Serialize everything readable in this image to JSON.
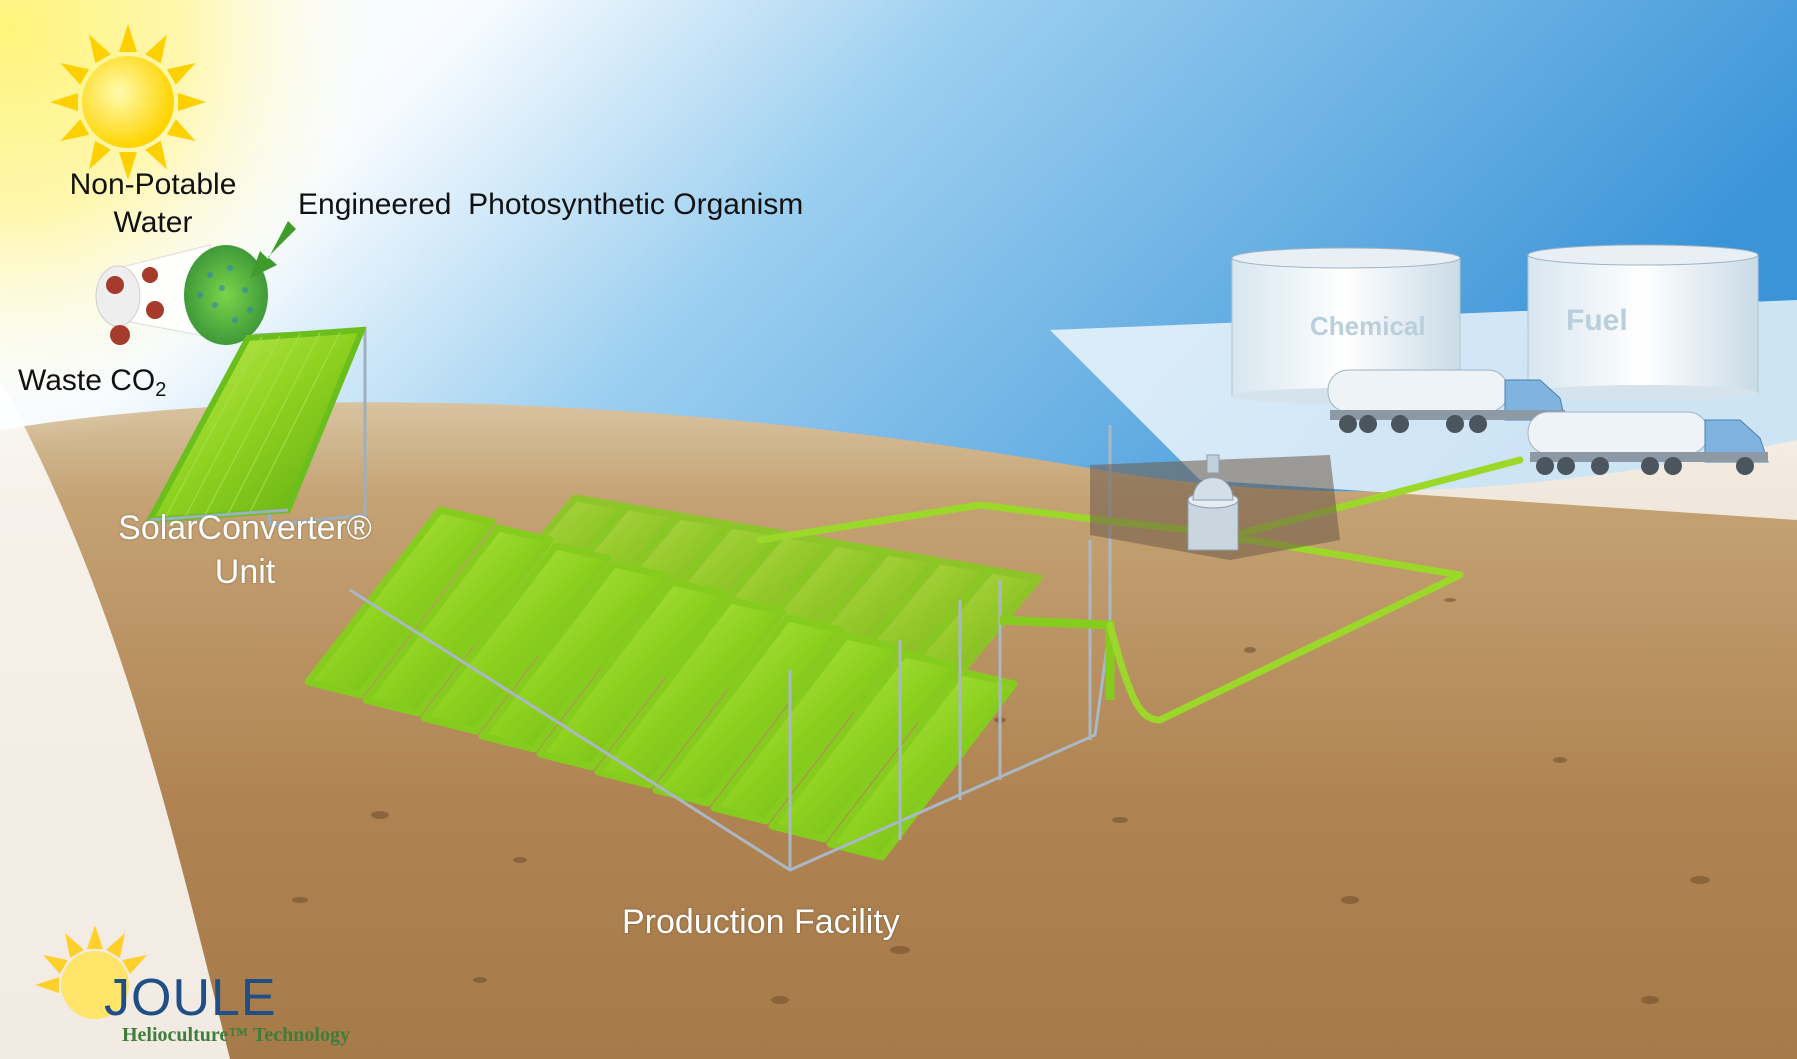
{
  "labels": {
    "water_line1": "Non-Potable",
    "water_line2": "Water",
    "organism_word1": "Engineered",
    "organism_word2": "Photosynthetic Organism",
    "waste_prefix": "Waste CO",
    "waste_subscript": "2",
    "converter_line1": "SolarConverter®",
    "converter_line2": "Unit",
    "facility": "Production Facility"
  },
  "tanks": {
    "left": "Chemical",
    "right": "Fuel"
  },
  "logo": {
    "word": "JOULE",
    "tagline": "Helioculture™ Technology"
  },
  "colors": {
    "sky_blue": "#4aa0dd",
    "sun_yellow": "#fff27a",
    "desert": "#b68a56",
    "panel_green": "#8ccf1f",
    "logo_blue": "#1f4f84",
    "logo_green": "#3f7d3a"
  }
}
